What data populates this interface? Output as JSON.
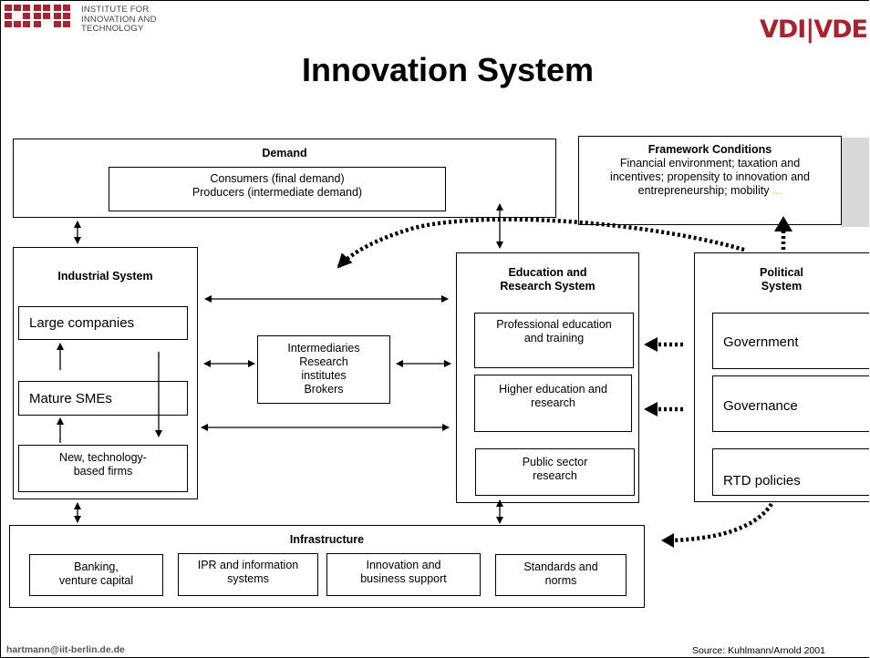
{
  "logo": {
    "text_lines": [
      "INSTITUTE FOR",
      "INNOVATION AND",
      "TECHNOLOGY"
    ],
    "partner_logo": "VDI|VDE|IT",
    "brand_color": "#a8232e"
  },
  "title": "Innovation System",
  "demand": {
    "heading": "Demand",
    "lines": [
      "Consumers (final demand)",
      "Producers (intermediate demand)"
    ]
  },
  "framework": {
    "heading": "Framework Conditions",
    "lines": [
      "Financial environment; taxation and",
      "incentives; propensity to innovation and"
    ],
    "last_line": "entrepreneurship; mobility",
    "ellipsis": "..."
  },
  "industrial": {
    "heading": "Industrial System",
    "large": "Large companies",
    "smes": "Mature SMEs",
    "new_lines": [
      "New, technology-",
      "based firms"
    ]
  },
  "intermediaries": {
    "lines": [
      "Intermediaries",
      "Research",
      "institutes",
      "Brokers"
    ]
  },
  "education": {
    "heading_lines": [
      "Education and",
      "Research System"
    ],
    "prof_lines": [
      "Professional education",
      "and training"
    ],
    "higher_lines": [
      "Higher education and",
      "research"
    ],
    "public_lines": [
      "Public sector",
      "research"
    ]
  },
  "political": {
    "heading_lines": [
      "Political",
      "System"
    ],
    "government": "Government",
    "governance": "Governance",
    "rtd": "RTD policies"
  },
  "infrastructure": {
    "heading": "Infrastructure",
    "banking_lines": [
      "Banking,",
      "venture capital"
    ],
    "ipr_lines": [
      "IPR and information",
      "systems"
    ],
    "innovation_lines": [
      "Innovation and",
      "business support"
    ],
    "standards_lines": [
      "Standards and",
      "norms"
    ]
  },
  "footer": {
    "email": "hartmann@iit-berlin.de.de",
    "source": "Source: Kuhlmann/Arnold 2001"
  }
}
